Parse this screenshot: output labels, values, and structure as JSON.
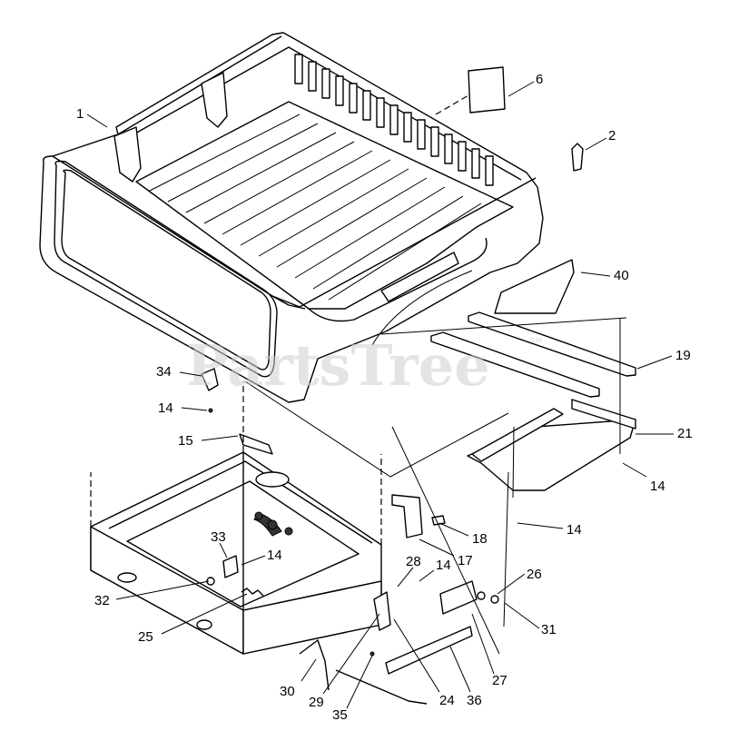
{
  "watermark": "PartsTree",
  "watermark_mark": "™",
  "callouts": [
    "1",
    "2",
    "6",
    "40",
    "19",
    "21",
    "14",
    "14",
    "14",
    "34",
    "15",
    "18",
    "17",
    "28",
    "14",
    "26",
    "33",
    "14",
    "32",
    "31",
    "27",
    "25",
    "30",
    "29",
    "35",
    "24",
    "36"
  ]
}
